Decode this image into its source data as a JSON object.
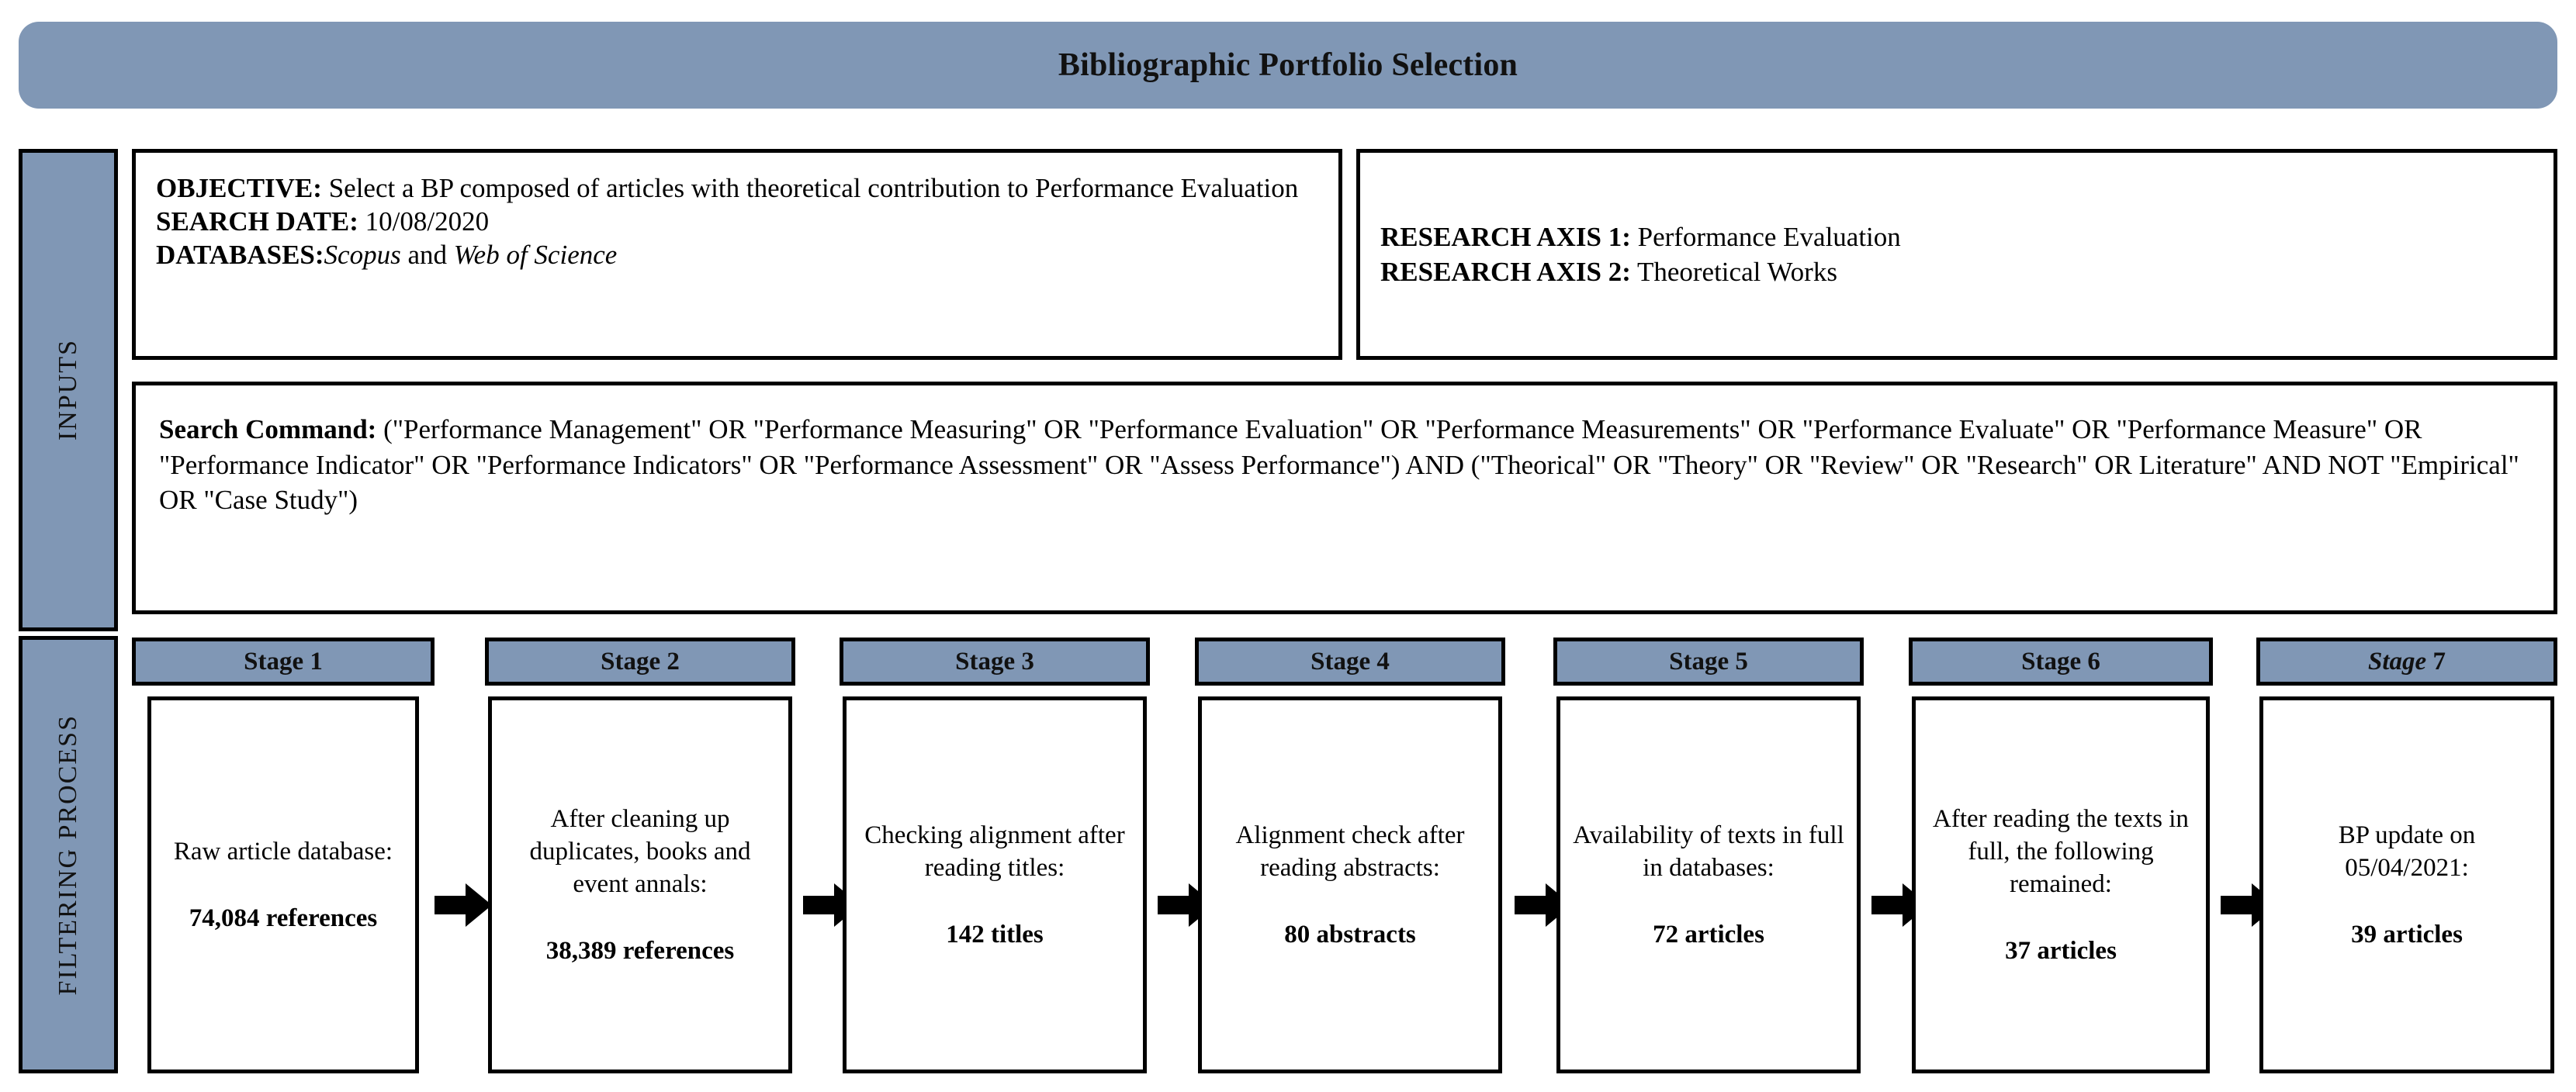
{
  "title": "Bibliographic Portfolio Selection",
  "bands": {
    "inputs_label": "INPUTS",
    "filtering_label": "FILTERING PROCESS"
  },
  "inputs": {
    "objective_label": "OBJECTIVE:",
    "objective_text": " Select a BP composed of articles with theoretical contribution to Performance Evaluation",
    "search_date_label": "SEARCH DATE:",
    "search_date_value": " 10/08/2020",
    "databases_label": "DATABASES:",
    "database_1": "Scopus",
    "databases_conjunction": " and ",
    "database_2": "Web of Science",
    "axis_1_label": "RESEARCH AXIS 1:",
    "axis_1_value": " Performance Evaluation",
    "axis_2_label": "RESEARCH AXIS 2:",
    "axis_2_value": " Theoretical Works",
    "search_command_label": "Search Command:",
    "search_command_value": " (\"Performance Management\" OR \"Performance Measuring\" OR \"Performance Evaluation\" OR \"Performance Measurements\" OR \"Performance Evaluate\" OR \"Performance Measure\" OR \"Performance Indicator\" OR \"Performance Indicators\" OR \"Performance Assessment\" OR \"Assess Performance\") AND (\"Theorical\" OR \"Theory\" OR \"Review\" OR \"Research\" OR Literature\" AND NOT \"Empirical\" OR \"Case Study\")"
  },
  "pipeline": {
    "arrow_icon": "right-arrow-icon",
    "stages": [
      {
        "header": "Stage 1",
        "header_italic": false,
        "description": "Raw article database:",
        "count": "74,084 references"
      },
      {
        "header": "Stage 2",
        "header_italic": false,
        "description": "After cleaning up duplicates, books and event annals:",
        "count": "38,389 references"
      },
      {
        "header": "Stage 3",
        "header_italic": false,
        "description": "Checking alignment after reading titles:",
        "count": "142 titles"
      },
      {
        "header": "Stage 4",
        "header_italic": false,
        "description": "Alignment check after reading abstracts:",
        "count": "80 abstracts"
      },
      {
        "header": "Stage 5",
        "header_italic": false,
        "description": "Availability of texts in full in databases:",
        "count": "72 articles"
      },
      {
        "header": "Stage 6",
        "header_italic": false,
        "description": "After reading the texts in full, the following remained:",
        "count": "37 articles"
      },
      {
        "header_prefix": "Stage",
        "header_number": " 7",
        "header": "Stage 7",
        "header_italic": true,
        "description": "BP update on 05/04/2021:",
        "count": "39 articles"
      }
    ]
  },
  "colors": {
    "accent_blue": "#8097b5",
    "border_black": "#000000",
    "background_white": "#ffffff"
  }
}
